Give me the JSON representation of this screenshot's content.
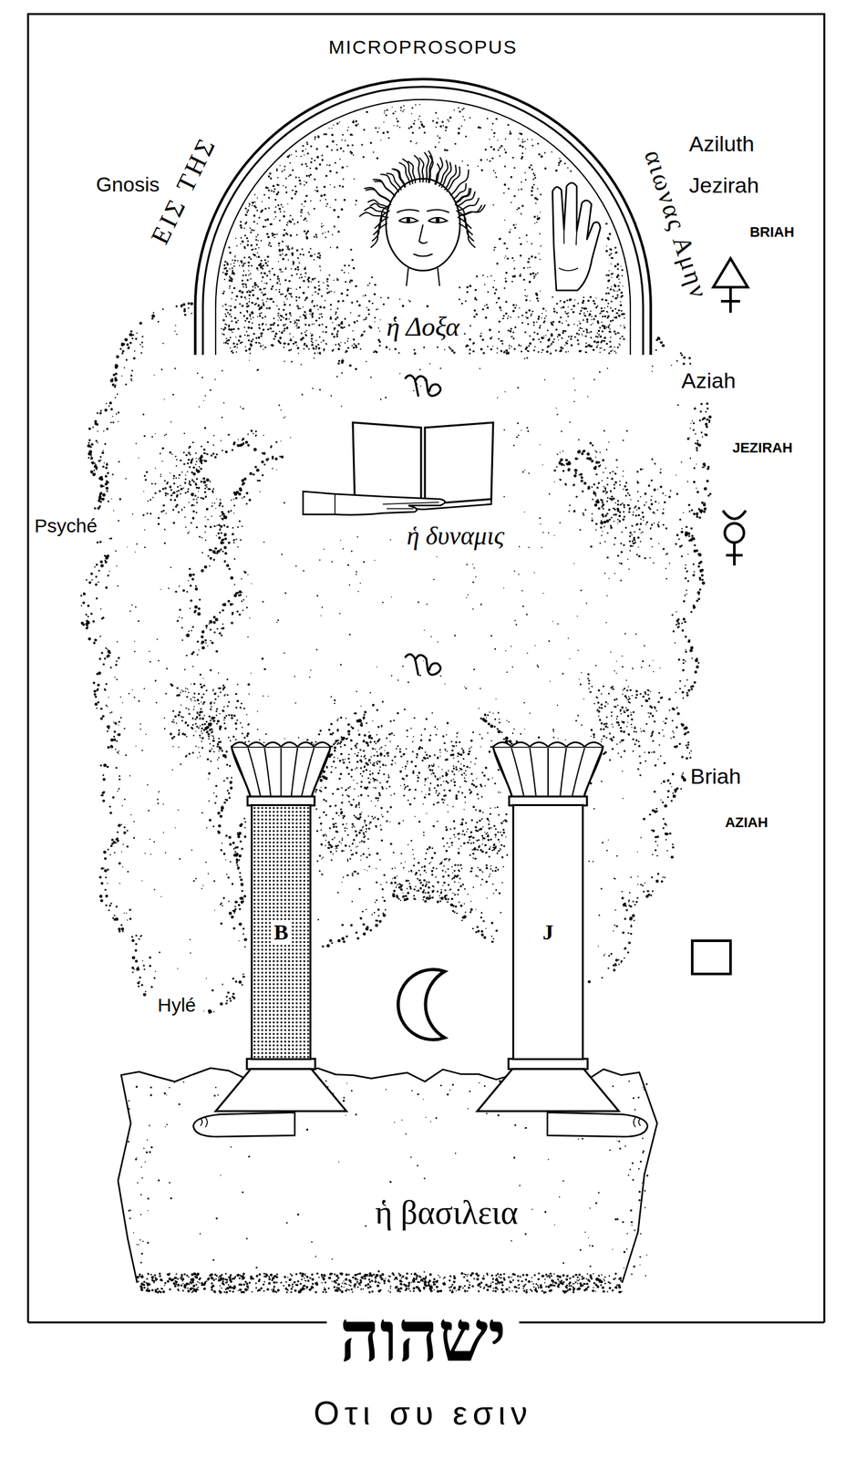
{
  "diagram": {
    "title": "MICROPROSOPUS",
    "nodes": [
      {
        "text": [
          "B"
        ]
      },
      {
        "text": [
          "J"
        ]
      }
    ],
    "labels": [
      "Gnosis",
      "ΕΙΣ ΤΗΣ",
      "αιωνας Αμην",
      "Aziluth",
      "Jezirah",
      "BRIAH",
      "ἡ Δοξα",
      "Aziah",
      "JEZIRAH",
      "Psyché",
      "ἡ δυναμις",
      "Briah",
      "AZIAH",
      "Hylé",
      "ἡ βασιλεια",
      "ישהוה",
      "Οτι συ εσιν"
    ]
  }
}
